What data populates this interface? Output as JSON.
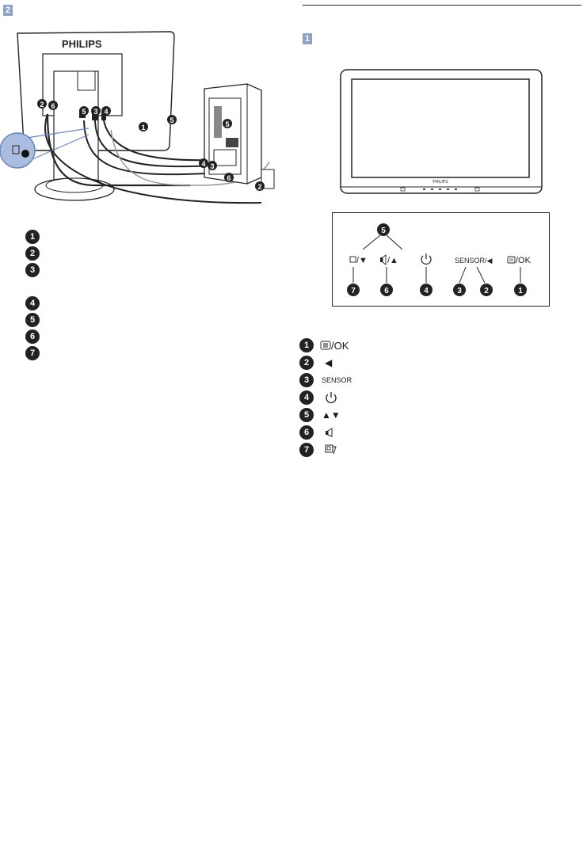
{
  "sections": {
    "left_badge": "2",
    "right_badge": "1"
  },
  "left_figure": {
    "brand": "PHILIPS",
    "callouts": [
      "1",
      "2",
      "3",
      "4",
      "5",
      "6"
    ]
  },
  "left_list": [
    "1",
    "2",
    "3",
    "4",
    "5",
    "6",
    "7"
  ],
  "right_figure": {
    "monitor_brand": "PHILIPS",
    "panel_labels": {
      "input_down": "/▼",
      "vol_up": "/▲",
      "sensor_left": "SENSOR/◀",
      "ok": "/OK"
    }
  },
  "right_list": [
    {
      "num": "1",
      "label": "/OK",
      "icon": "menu-icon"
    },
    {
      "num": "2",
      "label": "◀",
      "icon": "left-arrow-icon"
    },
    {
      "num": "3",
      "label": "SENSOR",
      "icon": "sensor-text"
    },
    {
      "num": "4",
      "label": "",
      "icon": "power-icon"
    },
    {
      "num": "5",
      "label": "▲▼",
      "icon": "up-down-icon"
    },
    {
      "num": "6",
      "label": "",
      "icon": "speaker-icon"
    },
    {
      "num": "7",
      "label": "",
      "icon": "input-icon"
    }
  ],
  "colors": {
    "badge": "#8ea3c4",
    "zoom_circle": "#aabde0",
    "dark": "#222222"
  }
}
